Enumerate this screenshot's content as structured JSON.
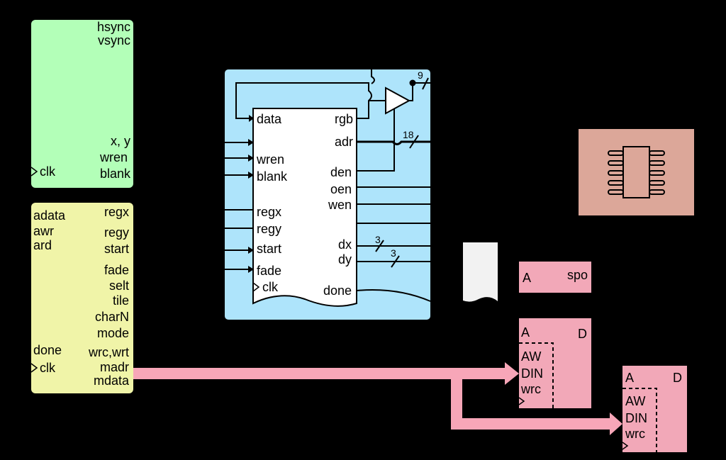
{
  "colors": {
    "background": "#000000",
    "sync_block": "#b3ffb8",
    "ctrl_block": "#f0f4a8",
    "dma_block": "#aee4fb",
    "memory_chip": "#dca799",
    "ram_block": "#f2a8b8",
    "bus_arrow": "#f7a6b8",
    "doc_icon": "#f2f2f2"
  },
  "sync_block": {
    "hsync": "hsync",
    "vsync": "vsync",
    "xy": "x, y",
    "wren": "wren",
    "blank": "blank",
    "clk": "clk"
  },
  "ctrl_block": {
    "left": [
      "adata",
      "awr",
      "ard"
    ],
    "done": "done",
    "clk": "clk",
    "right": [
      "regx",
      "regy",
      "start",
      "fade",
      "selt",
      "tile",
      "charN",
      "mode",
      "wrc,wrt",
      "madr",
      "mdata"
    ]
  },
  "dma_block": {
    "in_data": "data",
    "in_wren": "wren",
    "in_blank": "blank",
    "in_regx": "regx",
    "in_regy": "regy",
    "in_start": "start",
    "in_fade": "fade",
    "in_clk": "clk",
    "out_rgb": "rgb",
    "out_adr": "adr",
    "out_den": "den",
    "out_oen": "oen",
    "out_wen": "wen",
    "out_dx": "dx",
    "out_dy": "dy",
    "out_done": "done",
    "bus_rgb_width": "9",
    "bus_adr_width": "18",
    "bus_dx_width": "3",
    "bus_dy_width": "3"
  },
  "rom_block": {
    "addr": "A",
    "out": "spo"
  },
  "ram_block_1": {
    "addr": "A",
    "data": "D",
    "aw": "AW",
    "din": "DIN",
    "wrc": "wrc"
  },
  "ram_block_2": {
    "addr": "A",
    "data": "D",
    "aw": "AW",
    "din": "DIN",
    "wrc": "wrc"
  },
  "icons": [
    "memory-chip-icon",
    "document-icon"
  ]
}
